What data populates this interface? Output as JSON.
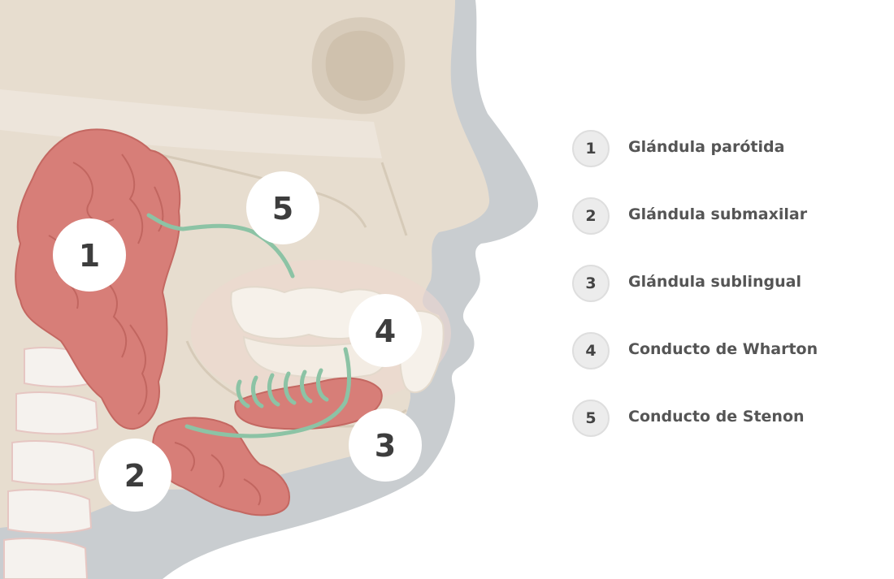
{
  "callouts": {
    "c1": "1",
    "c2": "2",
    "c3": "3",
    "c4": "4",
    "c5": "5"
  },
  "legend": [
    {
      "number": "1",
      "label": "Glándula parótida"
    },
    {
      "number": "2",
      "label": "Glándula submaxilar"
    },
    {
      "number": "3",
      "label": "Glándula sublingual"
    },
    {
      "number": "4",
      "label": "Conducto de Wharton"
    },
    {
      "number": "5",
      "label": "Conducto de Stenon"
    }
  ],
  "colors": {
    "skin": "#c9cdd0",
    "bone": "#e7ddcf",
    "gland": "#d77e78",
    "duct": "#8cc3a5",
    "badge": "#ececec"
  }
}
